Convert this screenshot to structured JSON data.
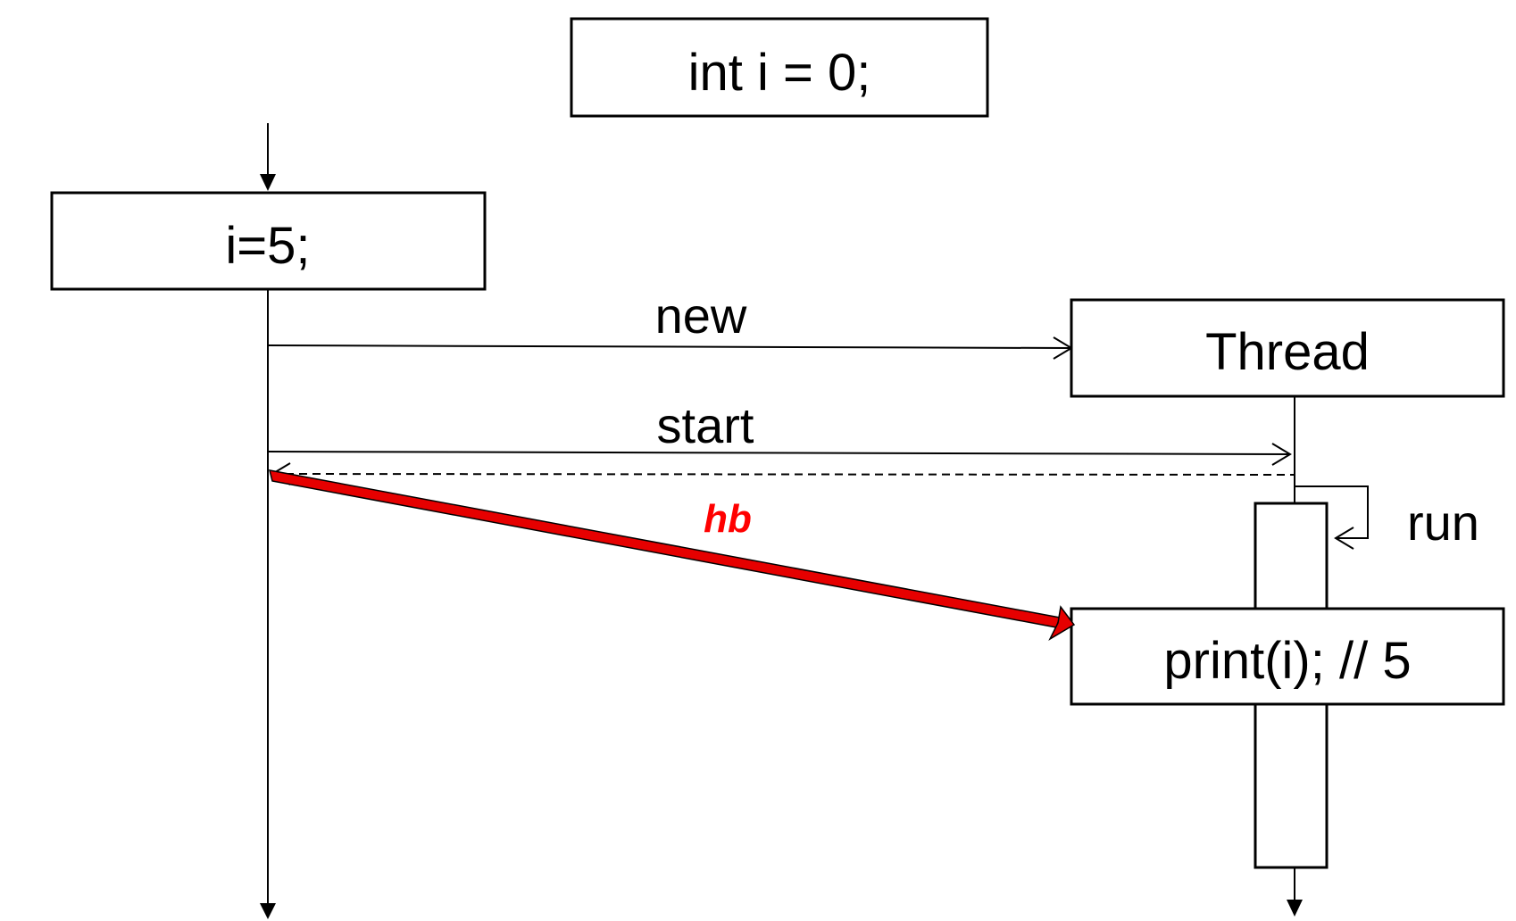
{
  "diagram": {
    "shared_declaration": "int i = 0;",
    "main_thread": {
      "statement": "i=5;"
    },
    "thread": {
      "name": "Thread",
      "statement": "print(i); // 5"
    },
    "messages": {
      "new": "new",
      "start": "start",
      "run": "run",
      "hb": "hb"
    },
    "colors": {
      "hb_arrow": "#e60000",
      "hb_text": "#ff0000",
      "lines": "#000000"
    }
  }
}
